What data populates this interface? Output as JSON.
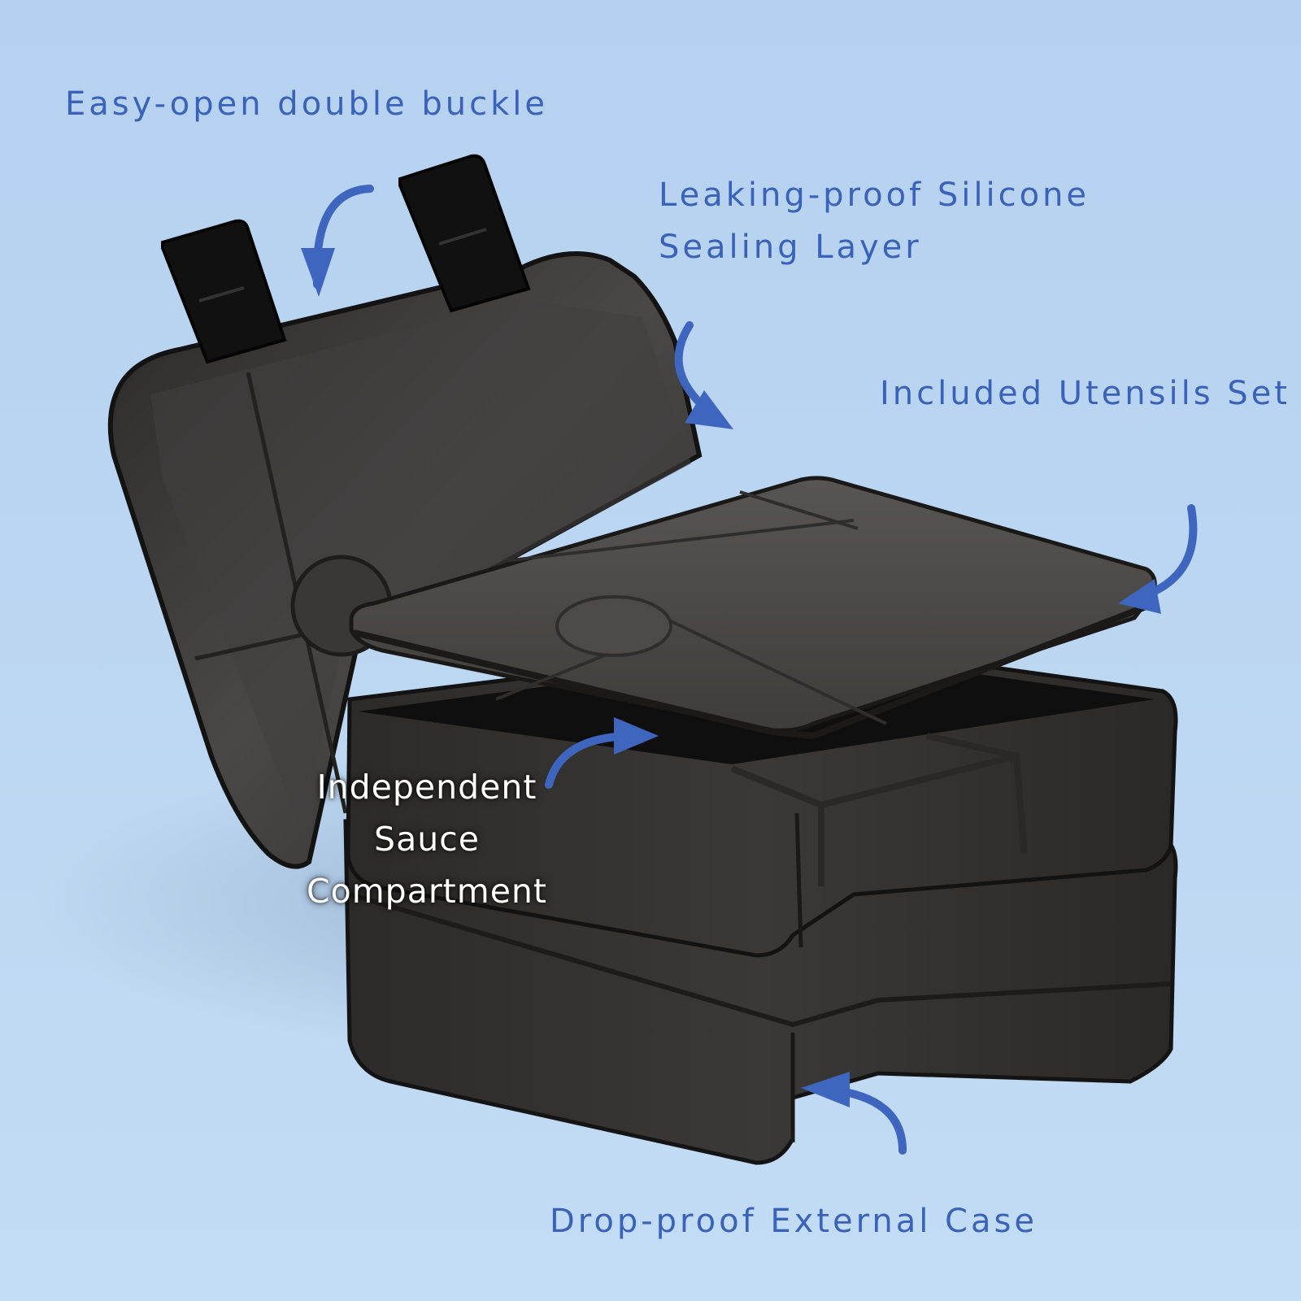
{
  "colors": {
    "background": "#b9d5f2",
    "label_text": "#3a62b8",
    "arrow": "#3f66bf",
    "product_body": "#3a3836",
    "product_dark": "#1c1b1a",
    "overlay_text": "#ffffff"
  },
  "product": {
    "color": "black",
    "parts": [
      "lid",
      "buckle",
      "silicone-seal",
      "utensil-tray",
      "compartment-tray",
      "sauce-compartment",
      "outer-case"
    ]
  },
  "callouts": {
    "buckle": {
      "text": "Easy-open double buckle",
      "arrow_icon": "curved-arrow-icon"
    },
    "seal": {
      "lines": [
        "Leaking-proof Silicone",
        "Sealing Layer"
      ],
      "arrow_icon": "curved-arrow-icon"
    },
    "utensils": {
      "text": "Included Utensils Set",
      "arrow_icon": "curved-arrow-icon"
    },
    "sauce": {
      "lines": [
        "Independent",
        "Sauce",
        "Compartment"
      ],
      "arrow_icon": "curved-arrow-icon"
    },
    "case": {
      "text": "Drop-proof External Case",
      "arrow_icon": "curved-arrow-icon"
    }
  }
}
